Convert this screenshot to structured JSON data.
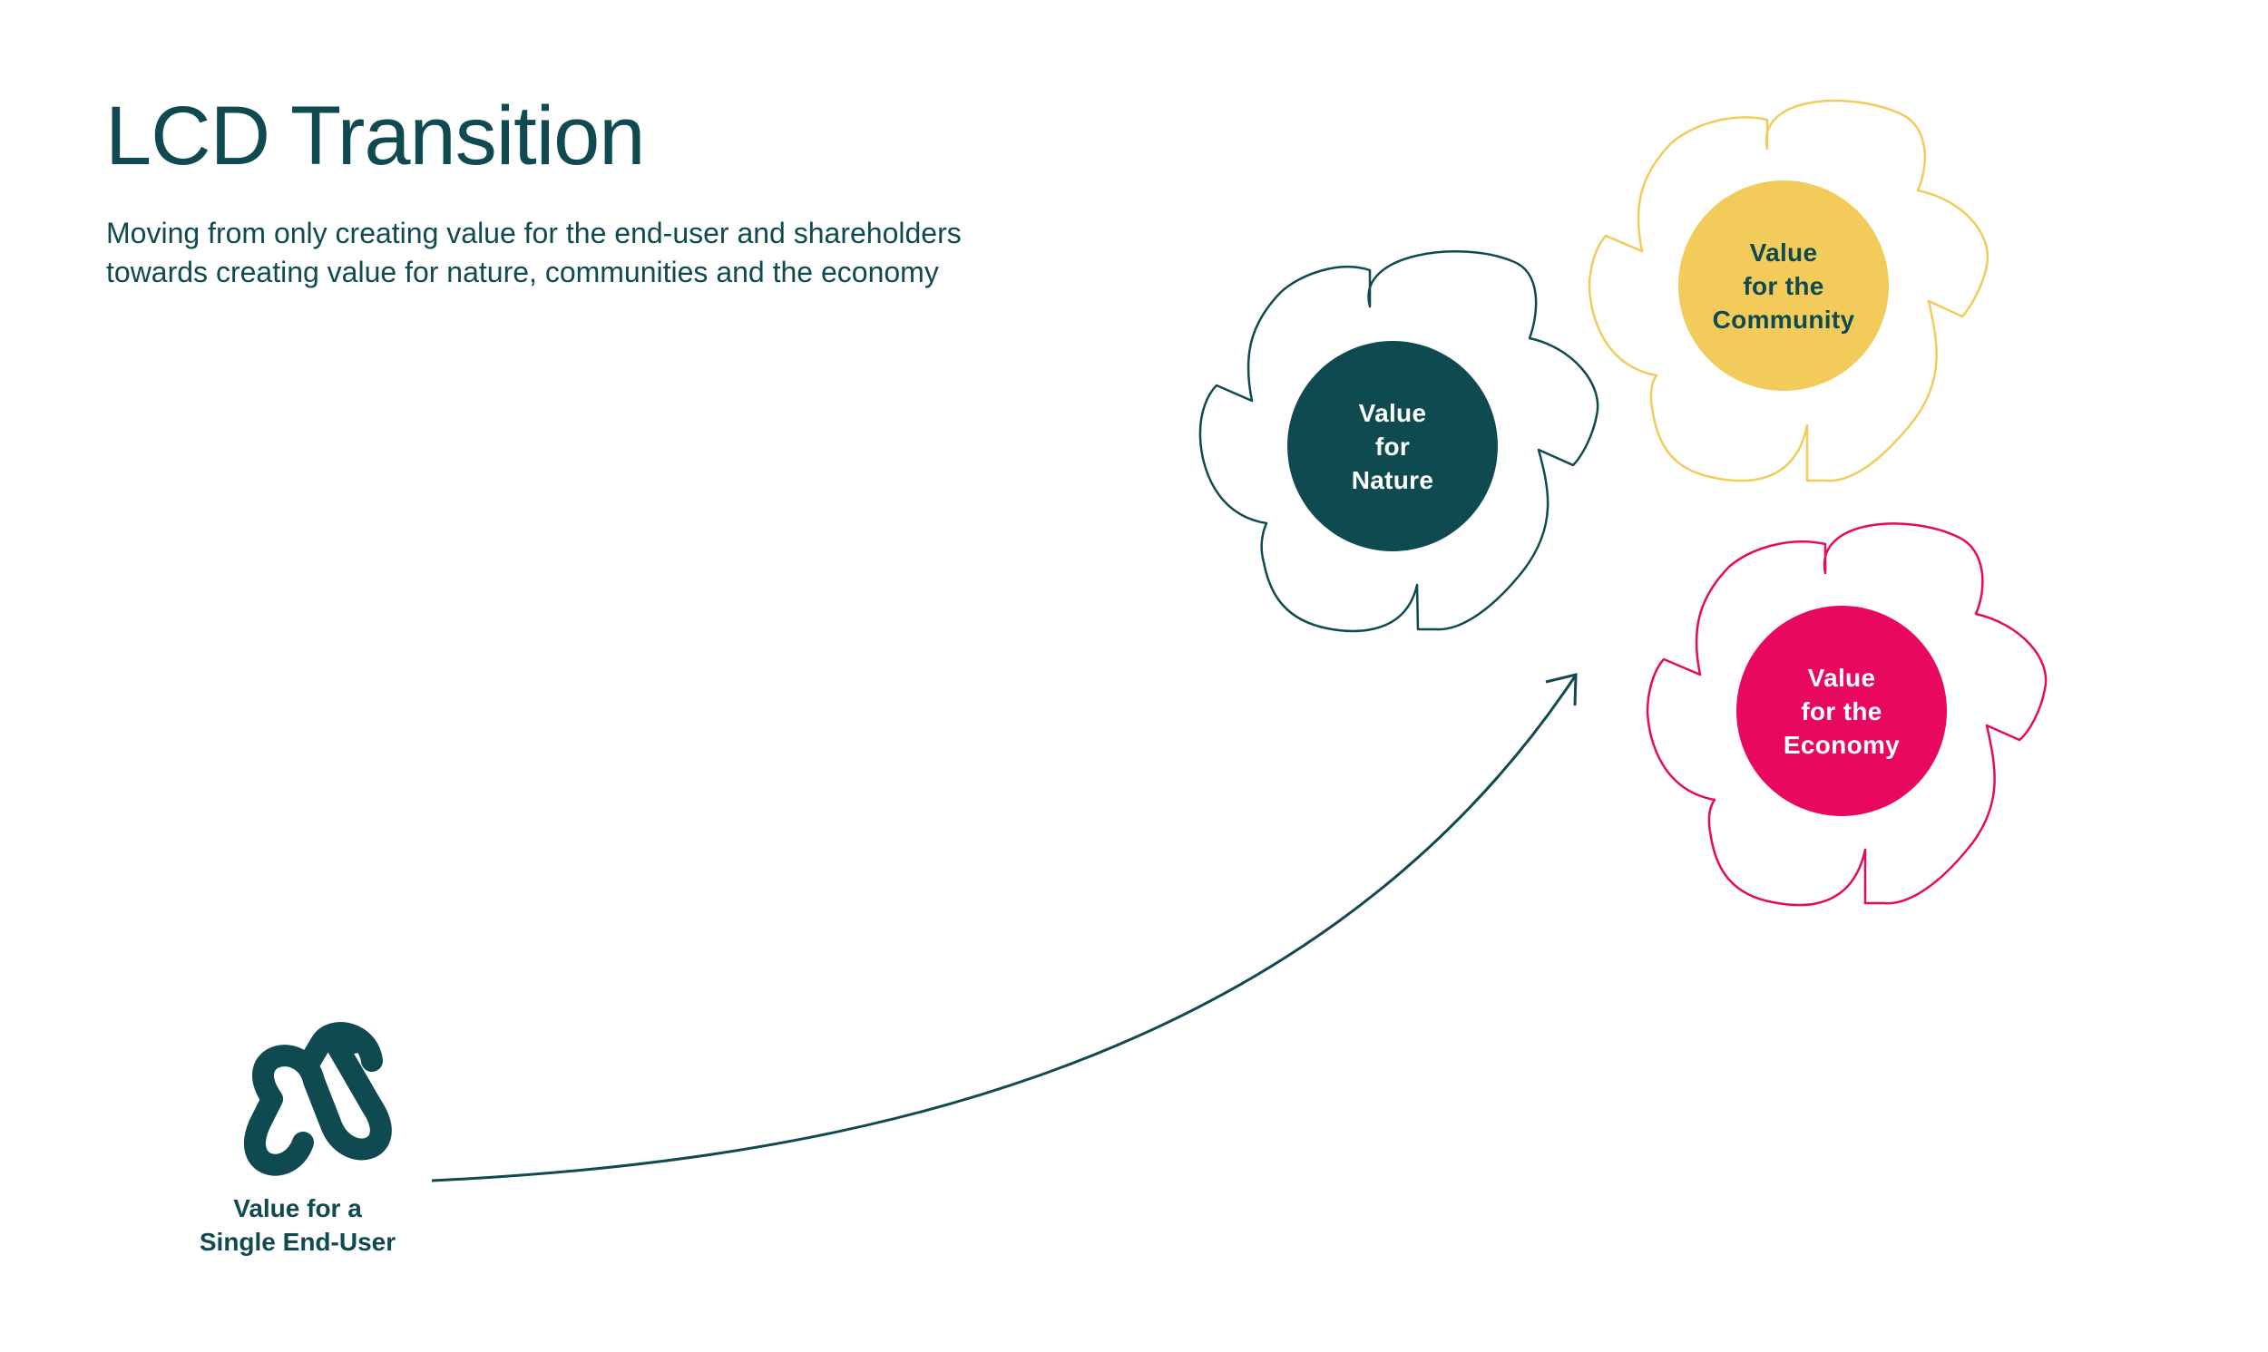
{
  "header": {
    "title": "LCD Transition",
    "subtitle_line1": "Moving from only creating value for the end-user and shareholders",
    "subtitle_line2": "towards creating value for nature, communities and the economy"
  },
  "start_node": {
    "icon": "double-loop-icon",
    "label_line1": "Value for a",
    "label_line2": "Single End-User"
  },
  "value_flowers": [
    {
      "id": "nature",
      "line1": "Value",
      "line2": "for",
      "line3": "Nature",
      "color": "#0f4a50",
      "text_color": "#ffffff"
    },
    {
      "id": "community",
      "line1": "Value",
      "line2": "for the",
      "line3": "Community",
      "color": "#f3cb5a",
      "text_color": "#0f4a50"
    },
    {
      "id": "economy",
      "line1": "Value",
      "line2": "for the",
      "line3": "Economy",
      "color": "#e8085f",
      "text_color": "#ffffff"
    }
  ],
  "colors": {
    "primary": "#0f4a50",
    "community_yellow": "#f3cb5a",
    "economy_pink": "#e8085f",
    "background": "#ffffff"
  }
}
